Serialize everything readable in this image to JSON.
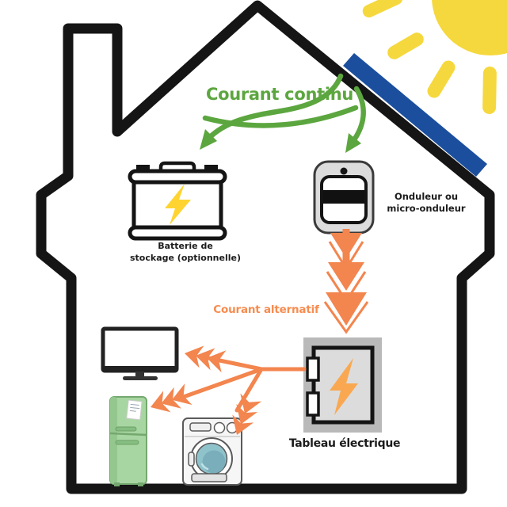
{
  "labels": {
    "dc": "Courant continu",
    "ac": "Courant alternatif",
    "battery": {
      "line1": "Batterie de",
      "line2": "stockage (optionnelle)"
    },
    "inverter": {
      "line1": "Onduleur ou",
      "line2": "micro-onduleur"
    },
    "panel": "Tableau électrique"
  },
  "icons": {
    "sun": "sun-icon",
    "solar_panel": "solar-panel-icon",
    "battery": "battery-icon",
    "inverter": "inverter-icon",
    "electrical_panel": "electrical-panel-icon",
    "tv": "tv-icon",
    "fridge": "fridge-icon",
    "washing_machine": "washing-machine-icon"
  },
  "colors": {
    "dc_green": "#5CA63F",
    "ac_orange": "#F3854E",
    "ac_text_orange": "#F78C4F",
    "sun_yellow": "#F5D83D",
    "panel_blue": "#1B4F9E",
    "battery_bolt_yellow": "#FFD430",
    "panel_bolt_orange": "#F9A851",
    "outline_black": "#151515",
    "fridge_green": "#A8D6A2"
  }
}
